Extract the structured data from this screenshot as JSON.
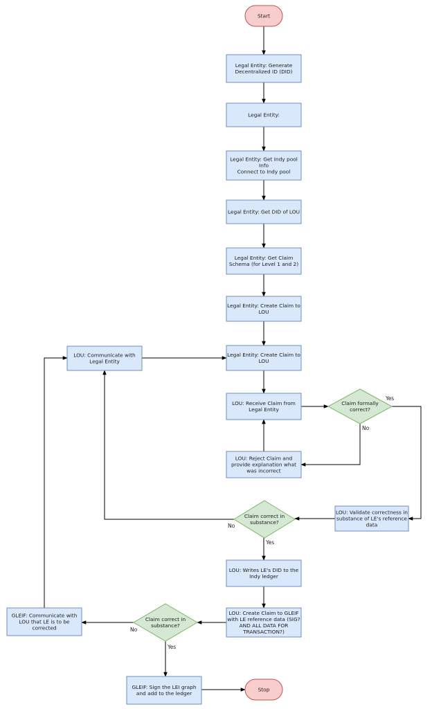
{
  "nodes": {
    "start": {
      "lines": [
        "Start"
      ]
    },
    "generate_did": {
      "lines": [
        "Legal Entity: Generate",
        "Decentralized ID (DID)"
      ]
    },
    "legal_entity": {
      "lines": [
        "Legal Entity:"
      ]
    },
    "get_pool": {
      "lines": [
        "Legal Entity: Get Indy pool",
        "Info",
        "Connect to Indy pool"
      ]
    },
    "get_did_lou": {
      "lines": [
        "Legal Entity: Get DID of LOU"
      ]
    },
    "get_schema": {
      "lines": [
        "Legal Entity: Get Claim",
        "Schema (for Level 1 and 2)"
      ]
    },
    "create_claim_1": {
      "lines": [
        "Legal Entity: Create Claim to",
        "LOU"
      ]
    },
    "create_claim_2": {
      "lines": [
        "Legal Entity: Create Claim to",
        "LOU"
      ]
    },
    "lou_communicate": {
      "lines": [
        "LOU: Communicate with",
        "Legal Entity"
      ]
    },
    "lou_receive": {
      "lines": [
        "LOU: Receive Claim from",
        "Legal Entity"
      ]
    },
    "dec_formal": {
      "lines": [
        "Claim formally",
        "correct?"
      ]
    },
    "lou_reject": {
      "lines": [
        "LOU: Reject Claim and",
        "provide explanation what",
        "was incorrect"
      ]
    },
    "lou_validate": {
      "lines": [
        "LOU: Validate correctness in",
        "substance of LE's reference",
        "data"
      ]
    },
    "dec_substance_1": {
      "lines": [
        "Claim correct in",
        "substance?"
      ]
    },
    "lou_write": {
      "lines": [
        "LOU: Writes LE's DID to the",
        "Indy ledger"
      ]
    },
    "lou_create_gleif": {
      "lines": [
        "LOU: Create Claim to GLEIF",
        "with LE reference data (SIG?",
        "AND ALL DATA FOR",
        "TRANSACTION?)"
      ]
    },
    "dec_substance_2": {
      "lines": [
        "Claim correct in",
        "substance?"
      ]
    },
    "gleif_communicate": {
      "lines": [
        "GLEIF: Communicate with",
        "LOU that LE is to be",
        "corrected"
      ]
    },
    "gleif_sign": {
      "lines": [
        "GLEIF: Sign the LEI graph",
        "and add to the ledger"
      ]
    },
    "stop": {
      "lines": [
        "Stop"
      ]
    }
  },
  "edge_labels": {
    "formal_yes": "Yes",
    "formal_no": "No",
    "substance1_no": "No",
    "substance1_yes": "Yes",
    "substance2_no": "No",
    "substance2_yes": "Yes"
  },
  "colors": {
    "process_fill": "#dae8fc",
    "process_stroke": "#6c8ebf",
    "decision_fill": "#d5e8d4",
    "decision_stroke": "#82b366",
    "terminal_fill": "#f8cecc",
    "terminal_stroke": "#b85450",
    "edge": "#000000"
  }
}
